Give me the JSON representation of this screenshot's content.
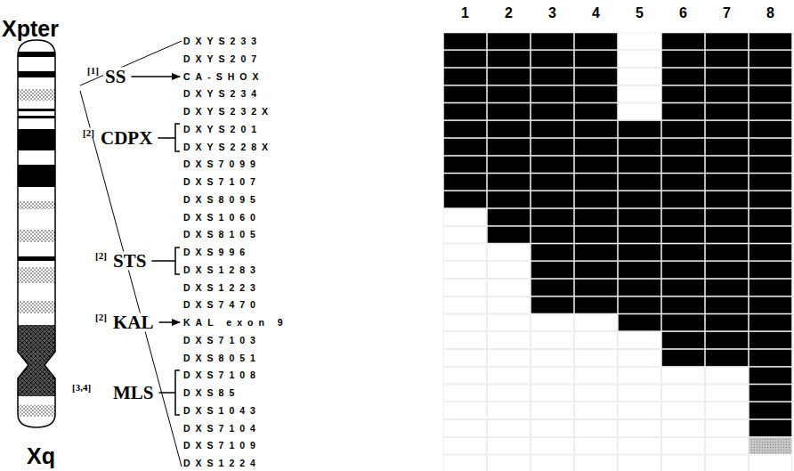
{
  "diagram": {
    "labels": [
      "Xpter",
      "Xq",
      "[1]",
      "SS",
      "[2]",
      "CDPX",
      "[2]",
      "STS",
      "[2]",
      "KAL",
      "[3,4]",
      "MLS",
      "DXYS233",
      "DXYS207",
      "CA-SHOX",
      "DXYS234",
      "DXYS232X",
      "DXYS201",
      "DXYS228X",
      "DXS7099",
      "DXS7107",
      "DXS8095",
      "DXS1060",
      "DXS8105",
      "DXS996",
      "DXS1283",
      "DXS1223",
      "DXS7470",
      "KAL exon 9",
      "DXS7103",
      "DXS8051",
      "DXS7108",
      "DXS85",
      "DXS1043",
      "DXS7104",
      "DXS7109",
      "DXS1224",
      "1",
      "2",
      "3",
      "4",
      "5",
      "6",
      "7",
      "8"
    ]
  }
}
